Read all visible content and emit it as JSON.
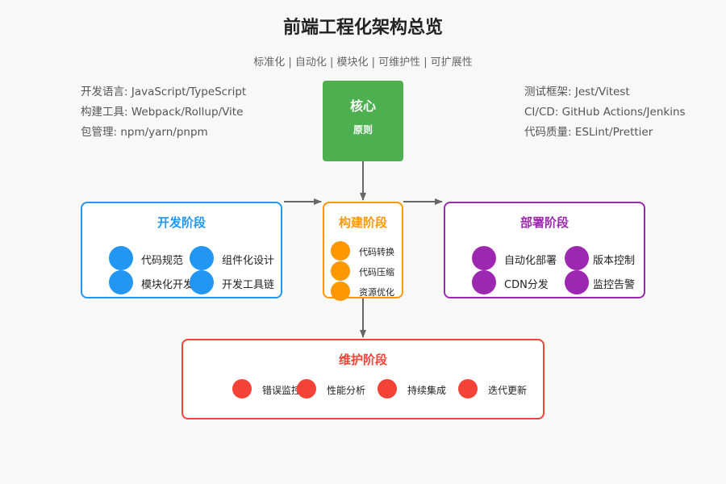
{
  "header": {
    "title": "前端工程化架构总览",
    "subtitle": "标准化 | 自动化 | 模块化 | 可维护性 | 可扩展性"
  },
  "info_left": [
    "开发语言: JavaScript/TypeScript",
    "构建工具: Webpack/Rollup/Vite",
    "包管理: npm/yarn/pnpm"
  ],
  "info_right": [
    "测试框架: Jest/Vitest",
    "CI/CD: GitHub Actions/Jenkins",
    "代码质量: ESLint/Prettier"
  ],
  "core": {
    "line1": "核心",
    "line2": "原则",
    "color": "#4caf50"
  },
  "dev": {
    "title": "开发阶段",
    "color": "#2196f3",
    "items": [
      "代码规范",
      "组件化设计",
      "模块化开发",
      "开发工具链"
    ]
  },
  "build": {
    "title": "构建阶段",
    "color": "#ff9800",
    "items": [
      "代码转换",
      "代码压缩",
      "资源优化"
    ]
  },
  "deploy": {
    "title": "部署阶段",
    "color": "#9c27b0",
    "items": [
      "自动化部署",
      "版本控制",
      "CDN分发",
      "监控告警"
    ]
  },
  "maintain": {
    "title": "维护阶段",
    "color": "#f44336",
    "items": [
      "错误监控",
      "性能分析",
      "持续集成",
      "迭代更新"
    ]
  },
  "arrow_color": "#666666"
}
